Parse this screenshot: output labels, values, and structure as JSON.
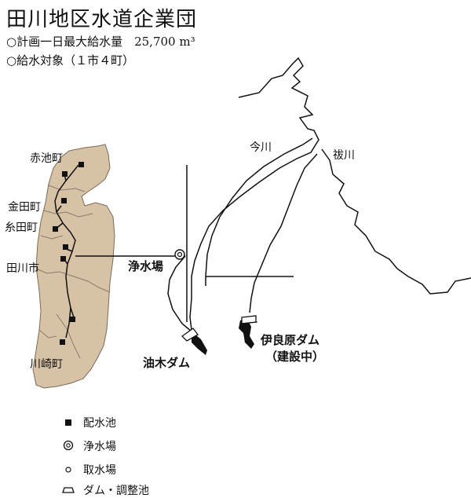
{
  "title": "田川地区水道企業団",
  "info": {
    "capacity": "○計画一日最大給水量　25,700 m³",
    "targets": "○給水対象（１市４町）"
  },
  "places": {
    "akaike": "赤池町",
    "kanada": "金田町",
    "itoda": "糸田町",
    "tagawa": "田川市",
    "kawasaki": "川崎町"
  },
  "rivers": {
    "imagawa": "今川",
    "haraegawa": "祓川"
  },
  "facilities": {
    "plant": "浄水場",
    "aburagi_dam": "油木ダム",
    "irahara_dam": "伊良原ダム",
    "irahara_status": "（建設中）"
  },
  "legend": {
    "reservoir": "配水池",
    "purification": "浄水場",
    "intake": "取水場",
    "dam": "ダム・調整池"
  },
  "colors": {
    "service_area": "#d8c2a6",
    "line": "#111111"
  }
}
